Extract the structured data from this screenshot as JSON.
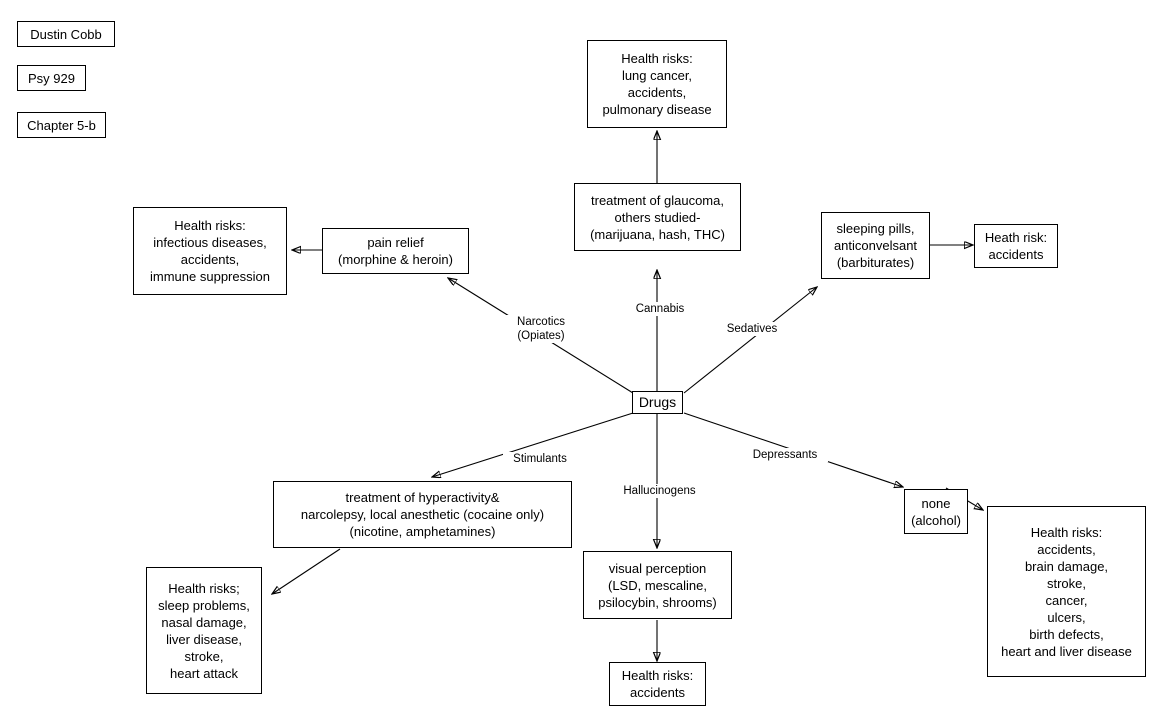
{
  "header": {
    "name_box": "Dustin Cobb",
    "course_box": "Psy 929",
    "chapter_box": "Chapter 5-b"
  },
  "center": {
    "label": "Drugs"
  },
  "branches": {
    "narcotics": "Narcotics\n(Opiates)",
    "narcotics_line1": "Narcotics",
    "narcotics_line2": "(Opiates)",
    "cannabis": "Cannabis",
    "sedatives": "Sedatives",
    "stimulants": "Stimulants",
    "hallucinogens": "Hallucinogens",
    "depressants": "Depressants"
  },
  "nodes": {
    "cannabis_risks": {
      "l1": "Health risks:",
      "l2": "lung cancer,",
      "l3": "accidents,",
      "l4": "pulmonary disease"
    },
    "cannabis_use": {
      "l1": "treatment of glaucoma,",
      "l2": "others studied-",
      "l3": "(marijuana, hash, THC)"
    },
    "narcotics_use": {
      "l1": "pain relief",
      "l2": "(morphine & heroin)"
    },
    "narcotics_risks": {
      "l1": "Health risks:",
      "l2": "infectious diseases,",
      "l3": "accidents,",
      "l4": "immune suppression"
    },
    "sedatives_use": {
      "l1": "sleeping pills,",
      "l2": "anticonvelsant",
      "l3": "(barbiturates)"
    },
    "sedatives_risks": {
      "l1": "Heath risk:",
      "l2": "accidents"
    },
    "stimulants_use": {
      "l1": "treatment of hyperactivity&",
      "l2": "narcolepsy, local anesthetic (cocaine only)",
      "l3": "(nicotine, amphetamines)"
    },
    "stimulants_risks": {
      "l1": "Health risks;",
      "l2": "sleep problems,",
      "l3": "nasal damage,",
      "l4": "liver disease,",
      "l5": "stroke,",
      "l6": "heart attack"
    },
    "hallucinogens_use": {
      "l1": "visual perception",
      "l2": "(LSD, mescaline,",
      "l3": "psilocybin, shrooms)"
    },
    "hallucinogens_risks": {
      "l1": "Health risks:",
      "l2": "accidents"
    },
    "depressants_use": {
      "l1": "none",
      "l2": "(alcohol)"
    },
    "depressants_risks": {
      "l1": "Health risks:",
      "l2": "accidents,",
      "l3": "brain damage,",
      "l4": "stroke,",
      "l5": "cancer,",
      "l6": "ulcers,",
      "l7": "birth defects,",
      "l8": "heart and liver disease"
    }
  },
  "colors": {
    "stroke": "#000000",
    "background": "#ffffff",
    "text": "#000000"
  }
}
